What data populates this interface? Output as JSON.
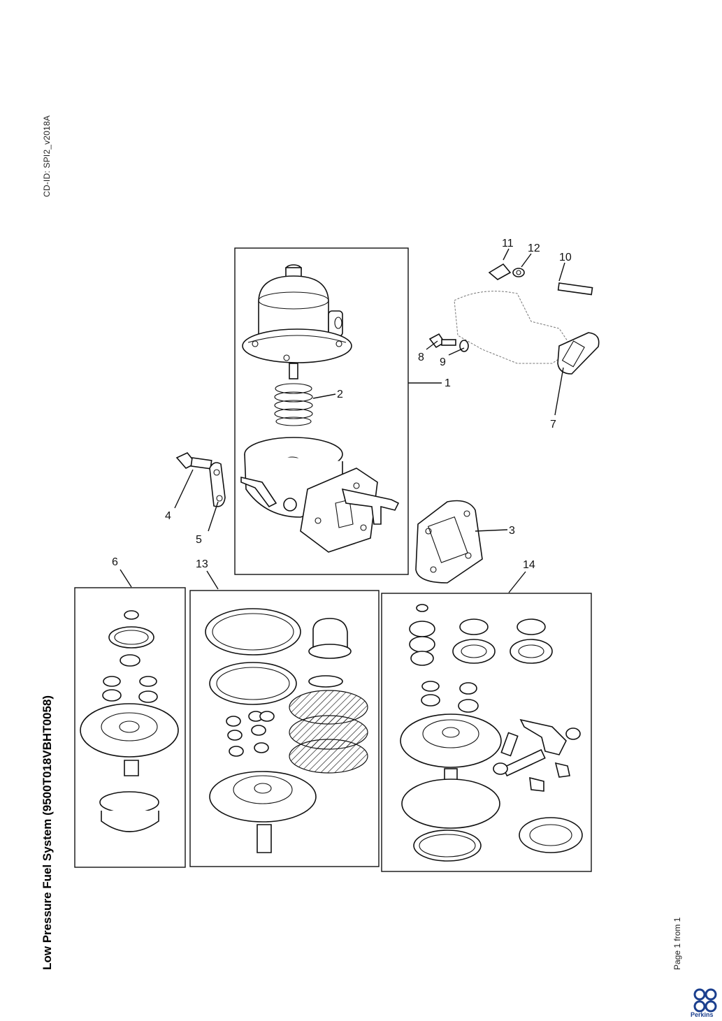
{
  "document": {
    "cd_id": "CD-ID: SPI2_v2018A",
    "title": "Low Pressure Fuel System (9500T018VBHT0058)",
    "page_number": "Page 1 from 1",
    "brand": "Perkins",
    "brand_color": "#1b3f8e"
  },
  "callouts": {
    "c1": "1",
    "c2": "2",
    "c3": "3",
    "c4": "4",
    "c5": "5",
    "c6": "6",
    "c7": "7",
    "c8": "8",
    "c9": "9",
    "c10": "10",
    "c11": "11",
    "c12": "12",
    "c13": "13",
    "c14": "14"
  }
}
